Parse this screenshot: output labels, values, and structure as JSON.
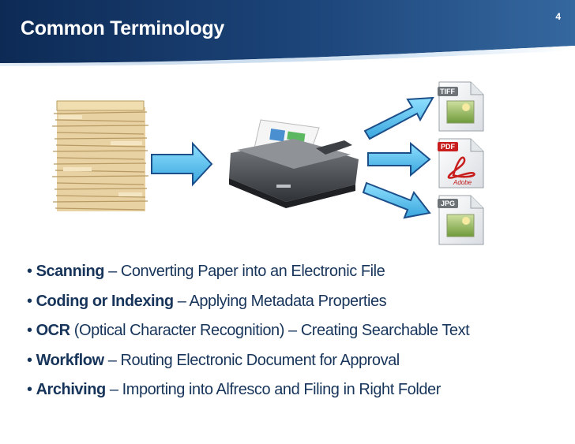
{
  "slide": {
    "title": "Common Terminology",
    "page_number": "4"
  },
  "files": [
    {
      "type": "TIFF",
      "icon": "tiff-file-icon"
    },
    {
      "type": "PDF",
      "icon": "pdf-file-icon",
      "brand": "Adobe"
    },
    {
      "type": "JPG",
      "icon": "jpg-file-icon"
    }
  ],
  "bullets": [
    {
      "term": "Scanning",
      "description": " – Converting Paper into an Electronic File"
    },
    {
      "term": "Coding or Indexing",
      "description": " – Applying Metadata Properties"
    },
    {
      "term": "OCR",
      "description": " (Optical Character Recognition) – Creating Searchable Text"
    },
    {
      "term": "Workflow",
      "description": " – Routing Electronic Document for Approval"
    },
    {
      "term": "Archiving",
      "description": " – Importing into Alfresco and Filing in Right Folder"
    }
  ],
  "colors": {
    "header_dark": "#0d2a55",
    "header_light": "#2f5f96",
    "text": "#17345a",
    "arrow_fill": "#5ec4f0",
    "arrow_stroke": "#1c4f8a"
  }
}
